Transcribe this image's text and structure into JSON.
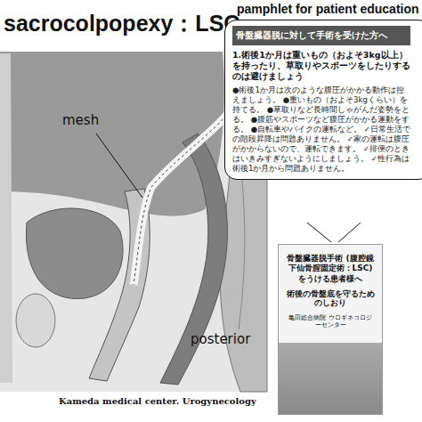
{
  "diagram": {
    "nodes": [
      {
        "text": [
          "pamphlet for patient education",
          "骨盤臓器脱に対して手術を受けた方へ",
          "1.術後1か月は重いもの（およそ3kg以上）を持ったり、草取りやスポーツをしたりするのは避けましょう",
          "●術後1か月は次のような腹圧がかかる動作は控えましょう。 ●重いもの（およそ3kgくらい）を持てる。 ●草取りなど長時間しゃがんだ姿勢をとる。 ●腹筋やスポーツなど腹圧がかかる運動をする。 ●自転車やバイクの運転など。 ✓日常生活での階段昇降は問題ありません。 ✓家の運転は腹圧がかからないので、運転できます。 ✓排便のときはいきみすぎないようにしましょう。 ✓性行為は術後1か月から問題ありません。"
        ]
      },
      {
        "text": [
          "骨盤臓器脱手術 (腹腔鏡下仙骨腟固定術：LSC) をうける患者様へ",
          "術後の骨盤底を守るためのしおり",
          "亀田総合病院 ウロギネコロジーセンター"
        ]
      }
    ],
    "labels": [
      "sacrocolpopexy：LSC",
      "mesh",
      "posterior",
      "Kameda medical center. Urogynecology"
    ]
  }
}
